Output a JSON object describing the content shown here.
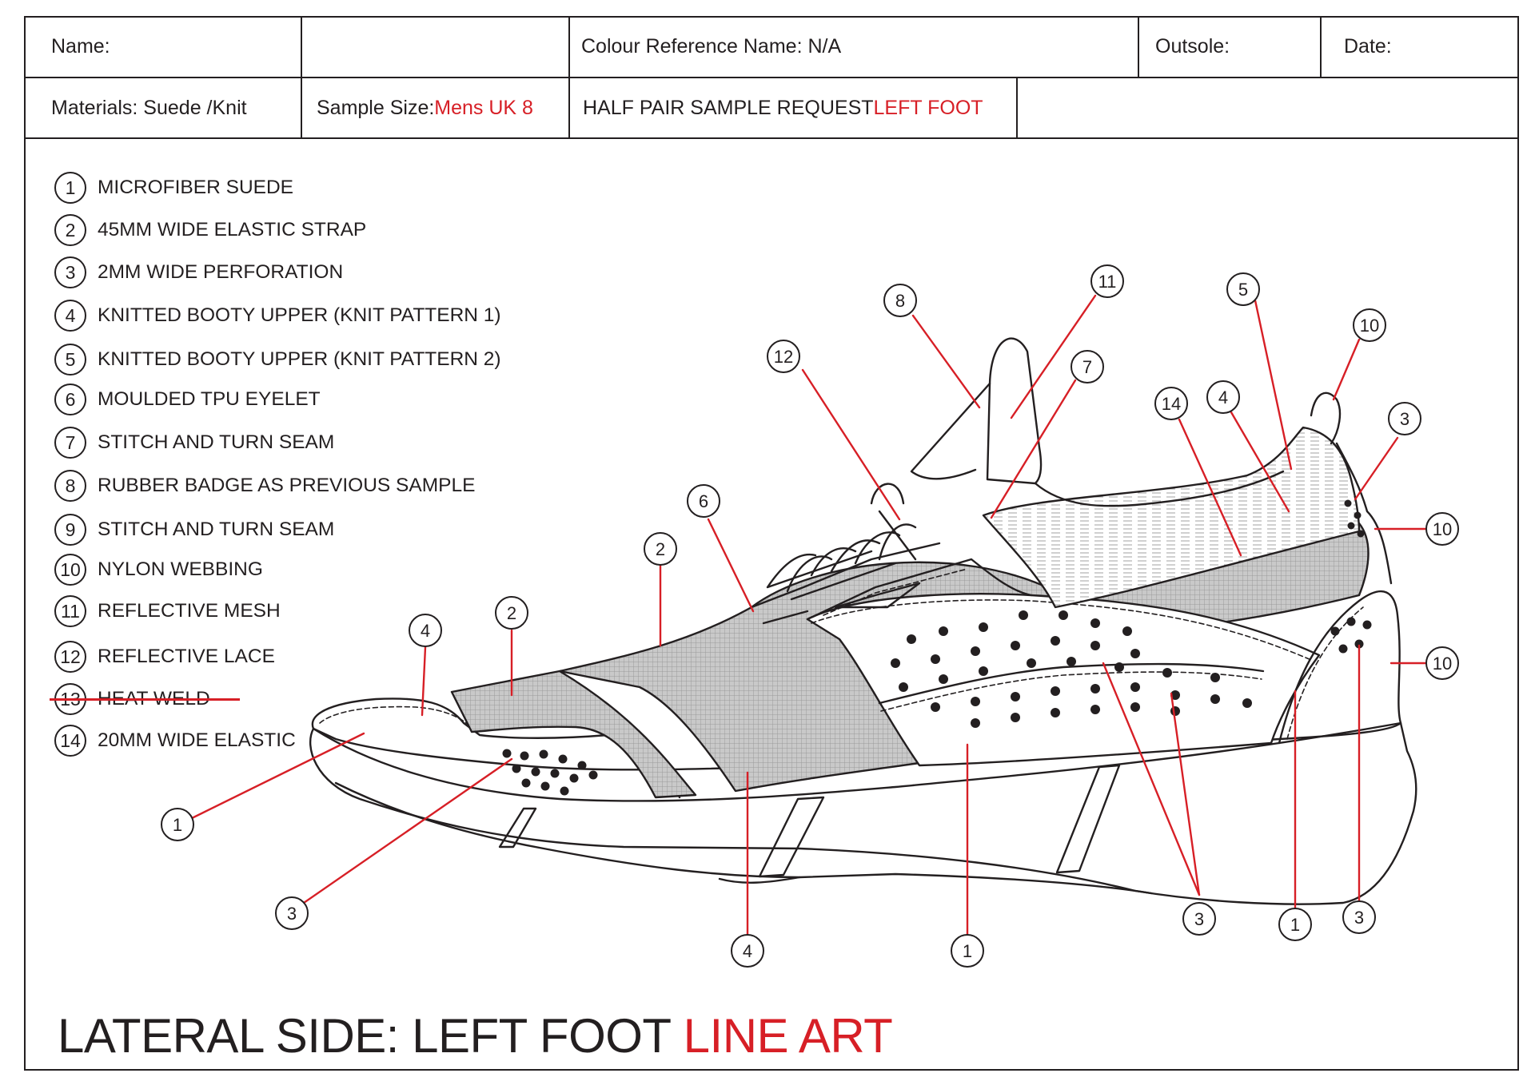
{
  "header": {
    "name_label": "Name:",
    "colour_ref": "Colour Reference Name: N/A",
    "outsole_label": "Outsole:",
    "date_label": "Date:",
    "materials": "Materials: Suede /Knit",
    "sample_size_label": "Sample Size: ",
    "sample_size_value": "Mens UK 8",
    "request_label": "HALF PAIR SAMPLE REQUEST ",
    "request_value": "LEFT FOOT"
  },
  "legend": [
    {
      "num": "1",
      "label": "MICROFIBER SUEDE"
    },
    {
      "num": "2",
      "label": "45MM WIDE ELASTIC STRAP"
    },
    {
      "num": "3",
      "label": "2MM WIDE PERFORATION"
    },
    {
      "num": "4",
      "label": "KNITTED BOOTY UPPER (KNIT PATTERN 1)"
    },
    {
      "num": "5",
      "label": "KNITTED BOOTY UPPER (KNIT PATTERN 2)"
    },
    {
      "num": "6",
      "label": "MOULDED TPU EYELET"
    },
    {
      "num": "7",
      "label": "STITCH AND TURN SEAM"
    },
    {
      "num": "8",
      "label": "RUBBER BADGE AS PREVIOUS SAMPLE"
    },
    {
      "num": "9",
      "label": "STITCH AND TURN SEAM"
    },
    {
      "num": "10",
      "label": "NYLON WEBBING"
    },
    {
      "num": "11",
      "label": "REFLECTIVE MESH"
    },
    {
      "num": "12",
      "label": "REFLECTIVE LACE"
    },
    {
      "num": "13",
      "label": "HEAT WELD"
    },
    {
      "num": "14",
      "label": "20MM WIDE ELASTIC"
    }
  ],
  "callouts": [
    "1",
    "3",
    "4",
    "2",
    "2",
    "6",
    "12",
    "8",
    "11",
    "7",
    "14",
    "4",
    "5",
    "10",
    "3",
    "10",
    "10",
    "4",
    "1",
    "3",
    "1",
    "3"
  ],
  "footer": {
    "title": "LATERAL SIDE: LEFT FOOT ",
    "highlight": "LINE ART"
  },
  "colors": {
    "accent": "#d71f26",
    "ink": "#231f20",
    "mesh": "#bdbdbd"
  }
}
